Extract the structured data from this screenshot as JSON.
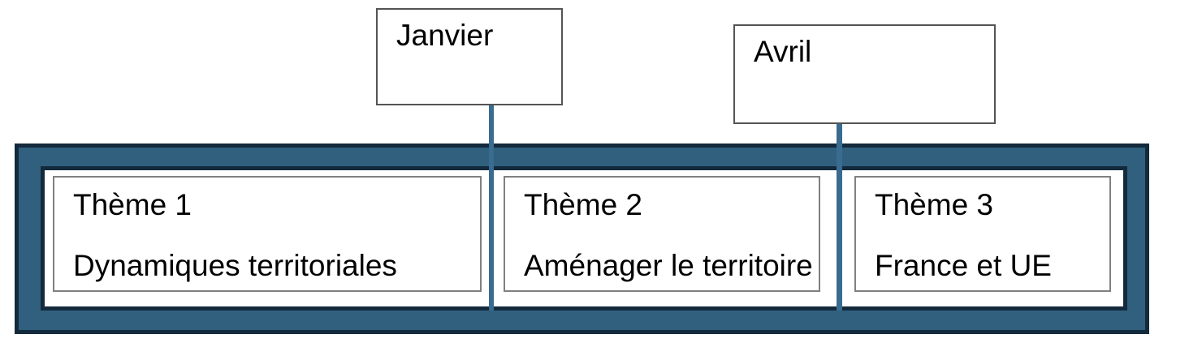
{
  "diagram": {
    "kind": "timeline-themes",
    "language": "fr"
  },
  "months": [
    {
      "label": "Janvier"
    },
    {
      "label": "Avril"
    }
  ],
  "themes": [
    {
      "title": "Thème 1",
      "subtitle": "Dynamiques territoriales"
    },
    {
      "title": "Thème 2",
      "subtitle": "Aménager le territoire"
    },
    {
      "title": "Thème 3",
      "subtitle": "France et UE"
    }
  ],
  "colors": {
    "band_fill": "#31607F",
    "band_border": "#132A3C",
    "connector": "#3A6B90",
    "theme_box_border": "#808080",
    "month_box_border": "#545454",
    "text": "#000000"
  }
}
